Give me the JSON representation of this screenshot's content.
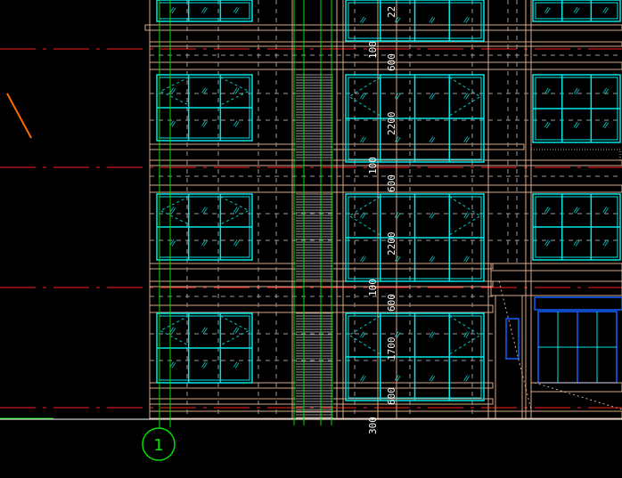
{
  "drawing": {
    "background": "#000000",
    "colors": {
      "wall": "#d9a88a",
      "window_frame": "#00e5e5",
      "window_glass": "#00c8c8",
      "axis_line": "#00e000",
      "red_axis": "#ff2020",
      "dashed_grid": "#b0b0b0",
      "dimension_text": "#ffffff",
      "canopy_blue": "#1060ff",
      "orange_stroke": "#ff6a00"
    },
    "dimensions": {
      "d_top": "22",
      "d1": "100",
      "d2": "600",
      "d3": "2200",
      "d4": "100",
      "d5": "600",
      "d6": "2200",
      "d7": "100",
      "d8": "600",
      "d9": "1700",
      "d10": "600",
      "d11": "300"
    },
    "axis_label": "1"
  }
}
